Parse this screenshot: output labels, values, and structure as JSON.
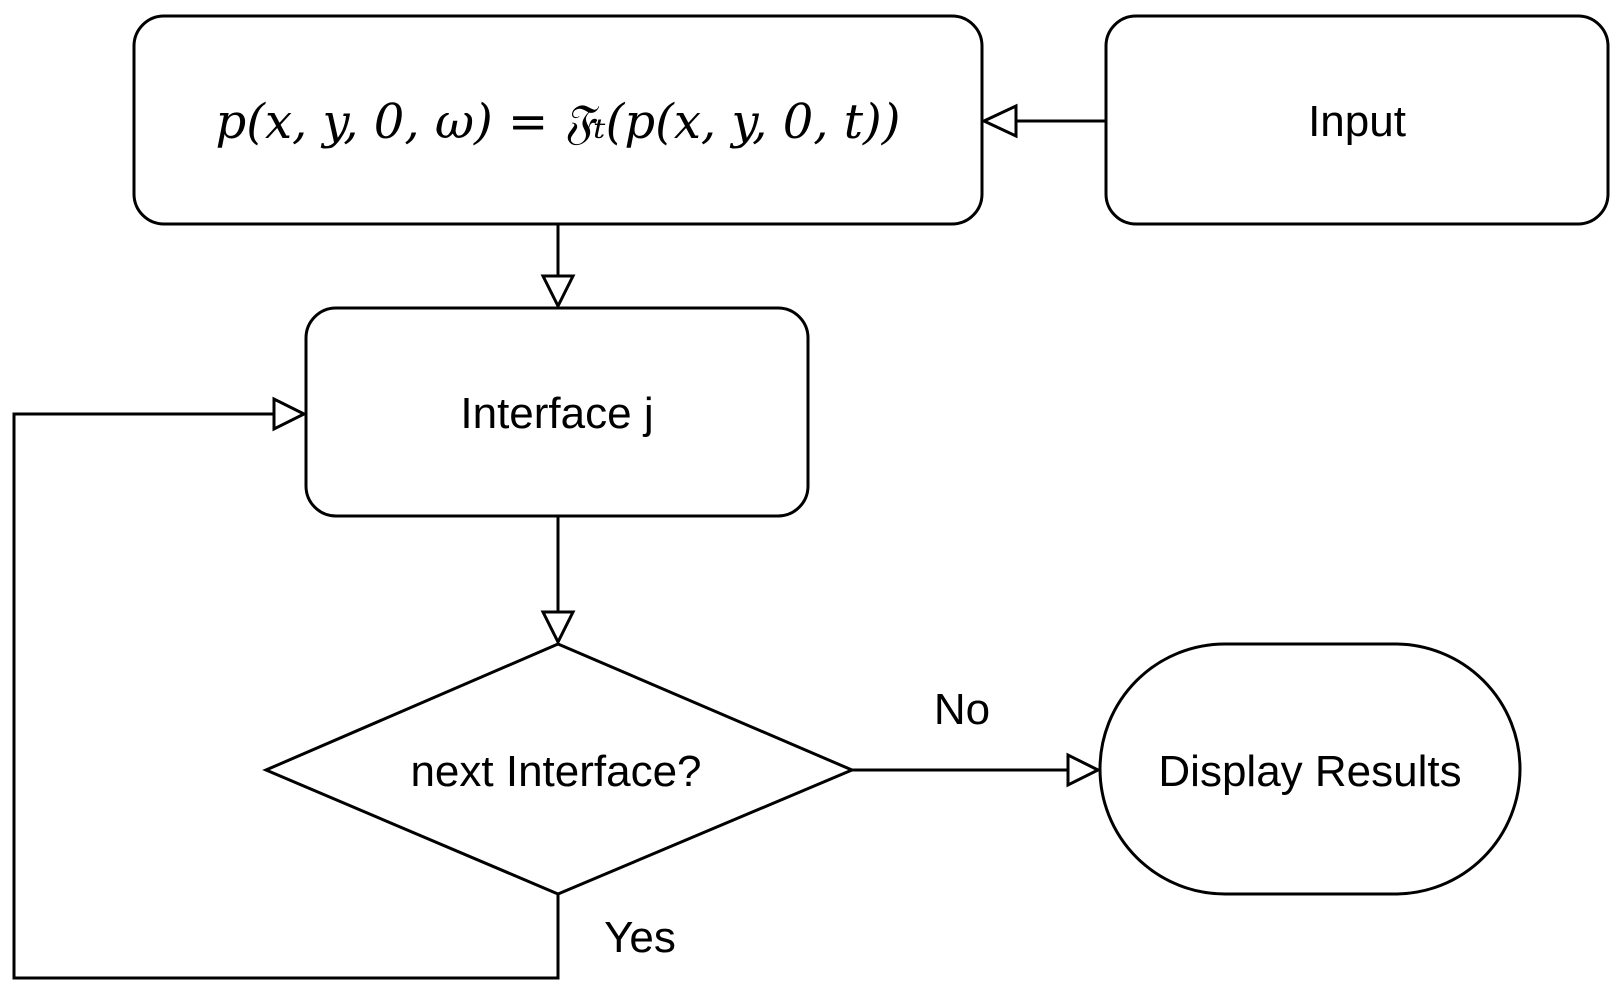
{
  "diagram": {
    "type": "flowchart",
    "nodes": {
      "formula": {
        "shape": "rounded-rectangle",
        "label": "p(x, y, 0, ω) = 𝔉ₜ(p(x, y, 0, t))"
      },
      "input": {
        "shape": "rounded-rectangle",
        "label": "Input"
      },
      "interface": {
        "shape": "rounded-rectangle",
        "label": "Interface j"
      },
      "decision": {
        "shape": "diamond",
        "label": "next Interface?"
      },
      "display": {
        "shape": "stadium",
        "label": "Display Results"
      }
    },
    "edges": [
      {
        "from": "input",
        "to": "formula",
        "label": ""
      },
      {
        "from": "formula",
        "to": "interface",
        "label": ""
      },
      {
        "from": "interface",
        "to": "decision",
        "label": ""
      },
      {
        "from": "decision",
        "to": "display",
        "label": "No"
      },
      {
        "from": "decision",
        "to": "interface",
        "label": "Yes"
      }
    ],
    "edge_labels": {
      "no": "No",
      "yes": "Yes"
    },
    "colors": {
      "stroke": "#000000",
      "fill": "#ffffff"
    }
  }
}
